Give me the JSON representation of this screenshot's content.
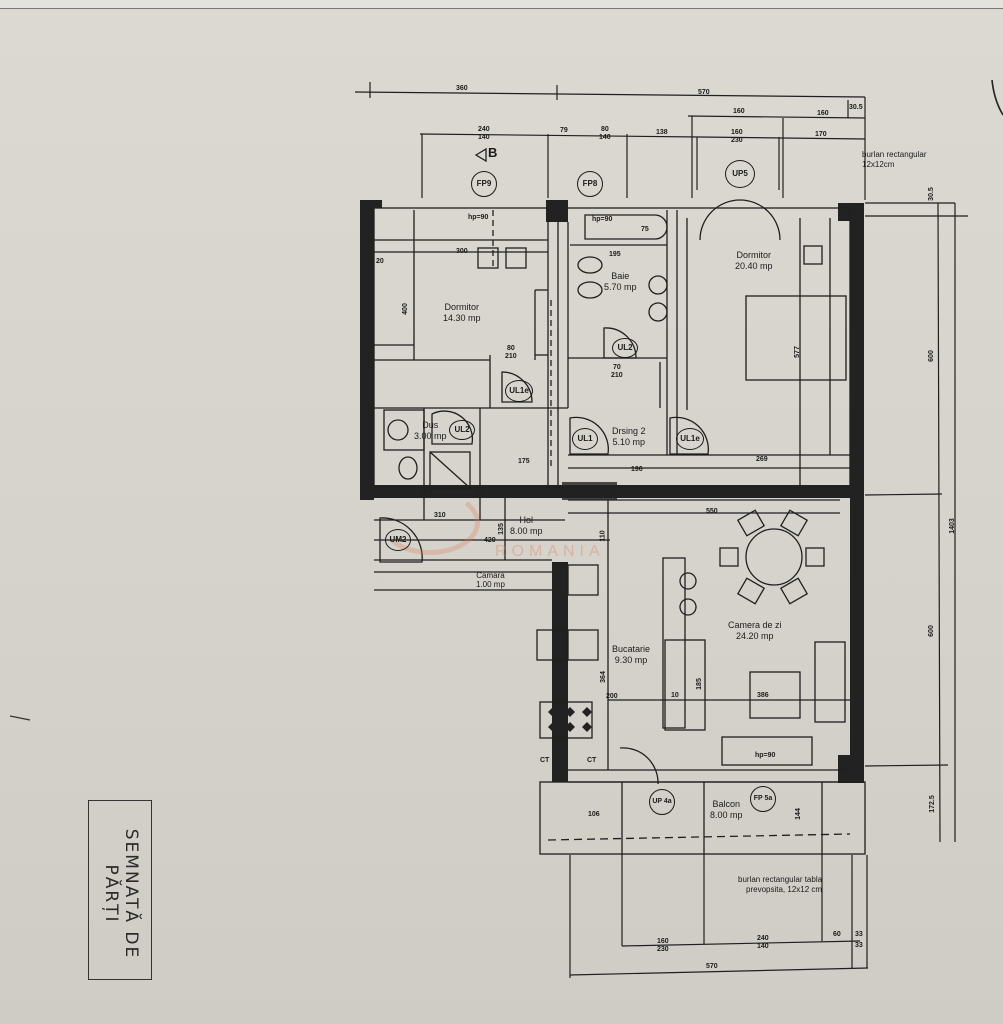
{
  "document": {
    "type": "architectural floor plan (photographed)",
    "stamp": {
      "line1": "SEMNATĂ DE",
      "line2": "PĂRȚI"
    },
    "watermark": "ROMANIA",
    "section_marker": "B"
  },
  "rooms": [
    {
      "name": "Dormitor",
      "area": "14.30 mp"
    },
    {
      "name": "Baie",
      "area": "5.70 mp"
    },
    {
      "name": "Dormitor",
      "area": "20.40 mp"
    },
    {
      "name": "Dus",
      "area": "3.00 mp"
    },
    {
      "name": "Drsing 2",
      "area": "5.10 mp"
    },
    {
      "name": "Hol",
      "area": "8.00 mp"
    },
    {
      "name": "Camara",
      "area": "1.00 mp"
    },
    {
      "name": "Camera de zi",
      "area": "24.20 mp"
    },
    {
      "name": "Bucatarie",
      "area": "9.30 mp"
    },
    {
      "name": "Balcon",
      "area": "8.00 mp"
    }
  ],
  "tags": {
    "fp9": "FP9",
    "fp8": "FP8",
    "up5": "UP5",
    "ul1e_a": "UL1e",
    "ul2_a": "UL2",
    "ul2_b": "UL2",
    "ul1": "UL1",
    "ul1e_b": "UL1e",
    "um2": "UM2",
    "up4a": "UP 4a",
    "fp5a": "FP 5a"
  },
  "notes": {
    "top_right_1": "burlan rectangular",
    "top_right_2": "12x12cm",
    "bottom_1": "burlan rectangular tabla",
    "bottom_2": "prevopsita, 12x12 cm",
    "hp90_a": "hp=90",
    "hp90_b": "hp=90",
    "hp90_c": "hp=90",
    "ct_a": "CT",
    "ct_b": "CT"
  },
  "dimensions": {
    "top": {
      "d360": "360",
      "d570": "570",
      "d240_140": [
        "240",
        "140"
      ],
      "d79": "79",
      "d80_140": [
        "80",
        "140"
      ],
      "d138": "138",
      "d160a": "160",
      "d160b": "160",
      "d160_230": [
        "160",
        "230"
      ],
      "d170": "170",
      "d30_5": "30.5"
    },
    "interior": {
      "d300": "300",
      "d20": "20",
      "d400": "400",
      "d80_210": [
        "80",
        "210"
      ],
      "d195": "195",
      "d75": "75",
      "d70_210": [
        "70",
        "210"
      ],
      "d577": "577",
      "d269": "269",
      "d175": "175",
      "d196": "196",
      "d310": "310",
      "d420": "420",
      "d135": "135",
      "d110": "110",
      "d550": "550",
      "d364": "364",
      "d200": "200",
      "d185": "185",
      "d386": "386",
      "d106": "106",
      "d144": "144",
      "d10": "10"
    },
    "right": {
      "d30_5": "30.5",
      "d600a": "600",
      "d1403": "1403",
      "d600b": "600",
      "d172_5": "172.5"
    },
    "bottom": {
      "d160_230": [
        "160",
        "230"
      ],
      "d240_140": [
        "240",
        "140"
      ],
      "d60": "60",
      "d33a": "33",
      "d33b": "33",
      "d570": "570"
    }
  }
}
